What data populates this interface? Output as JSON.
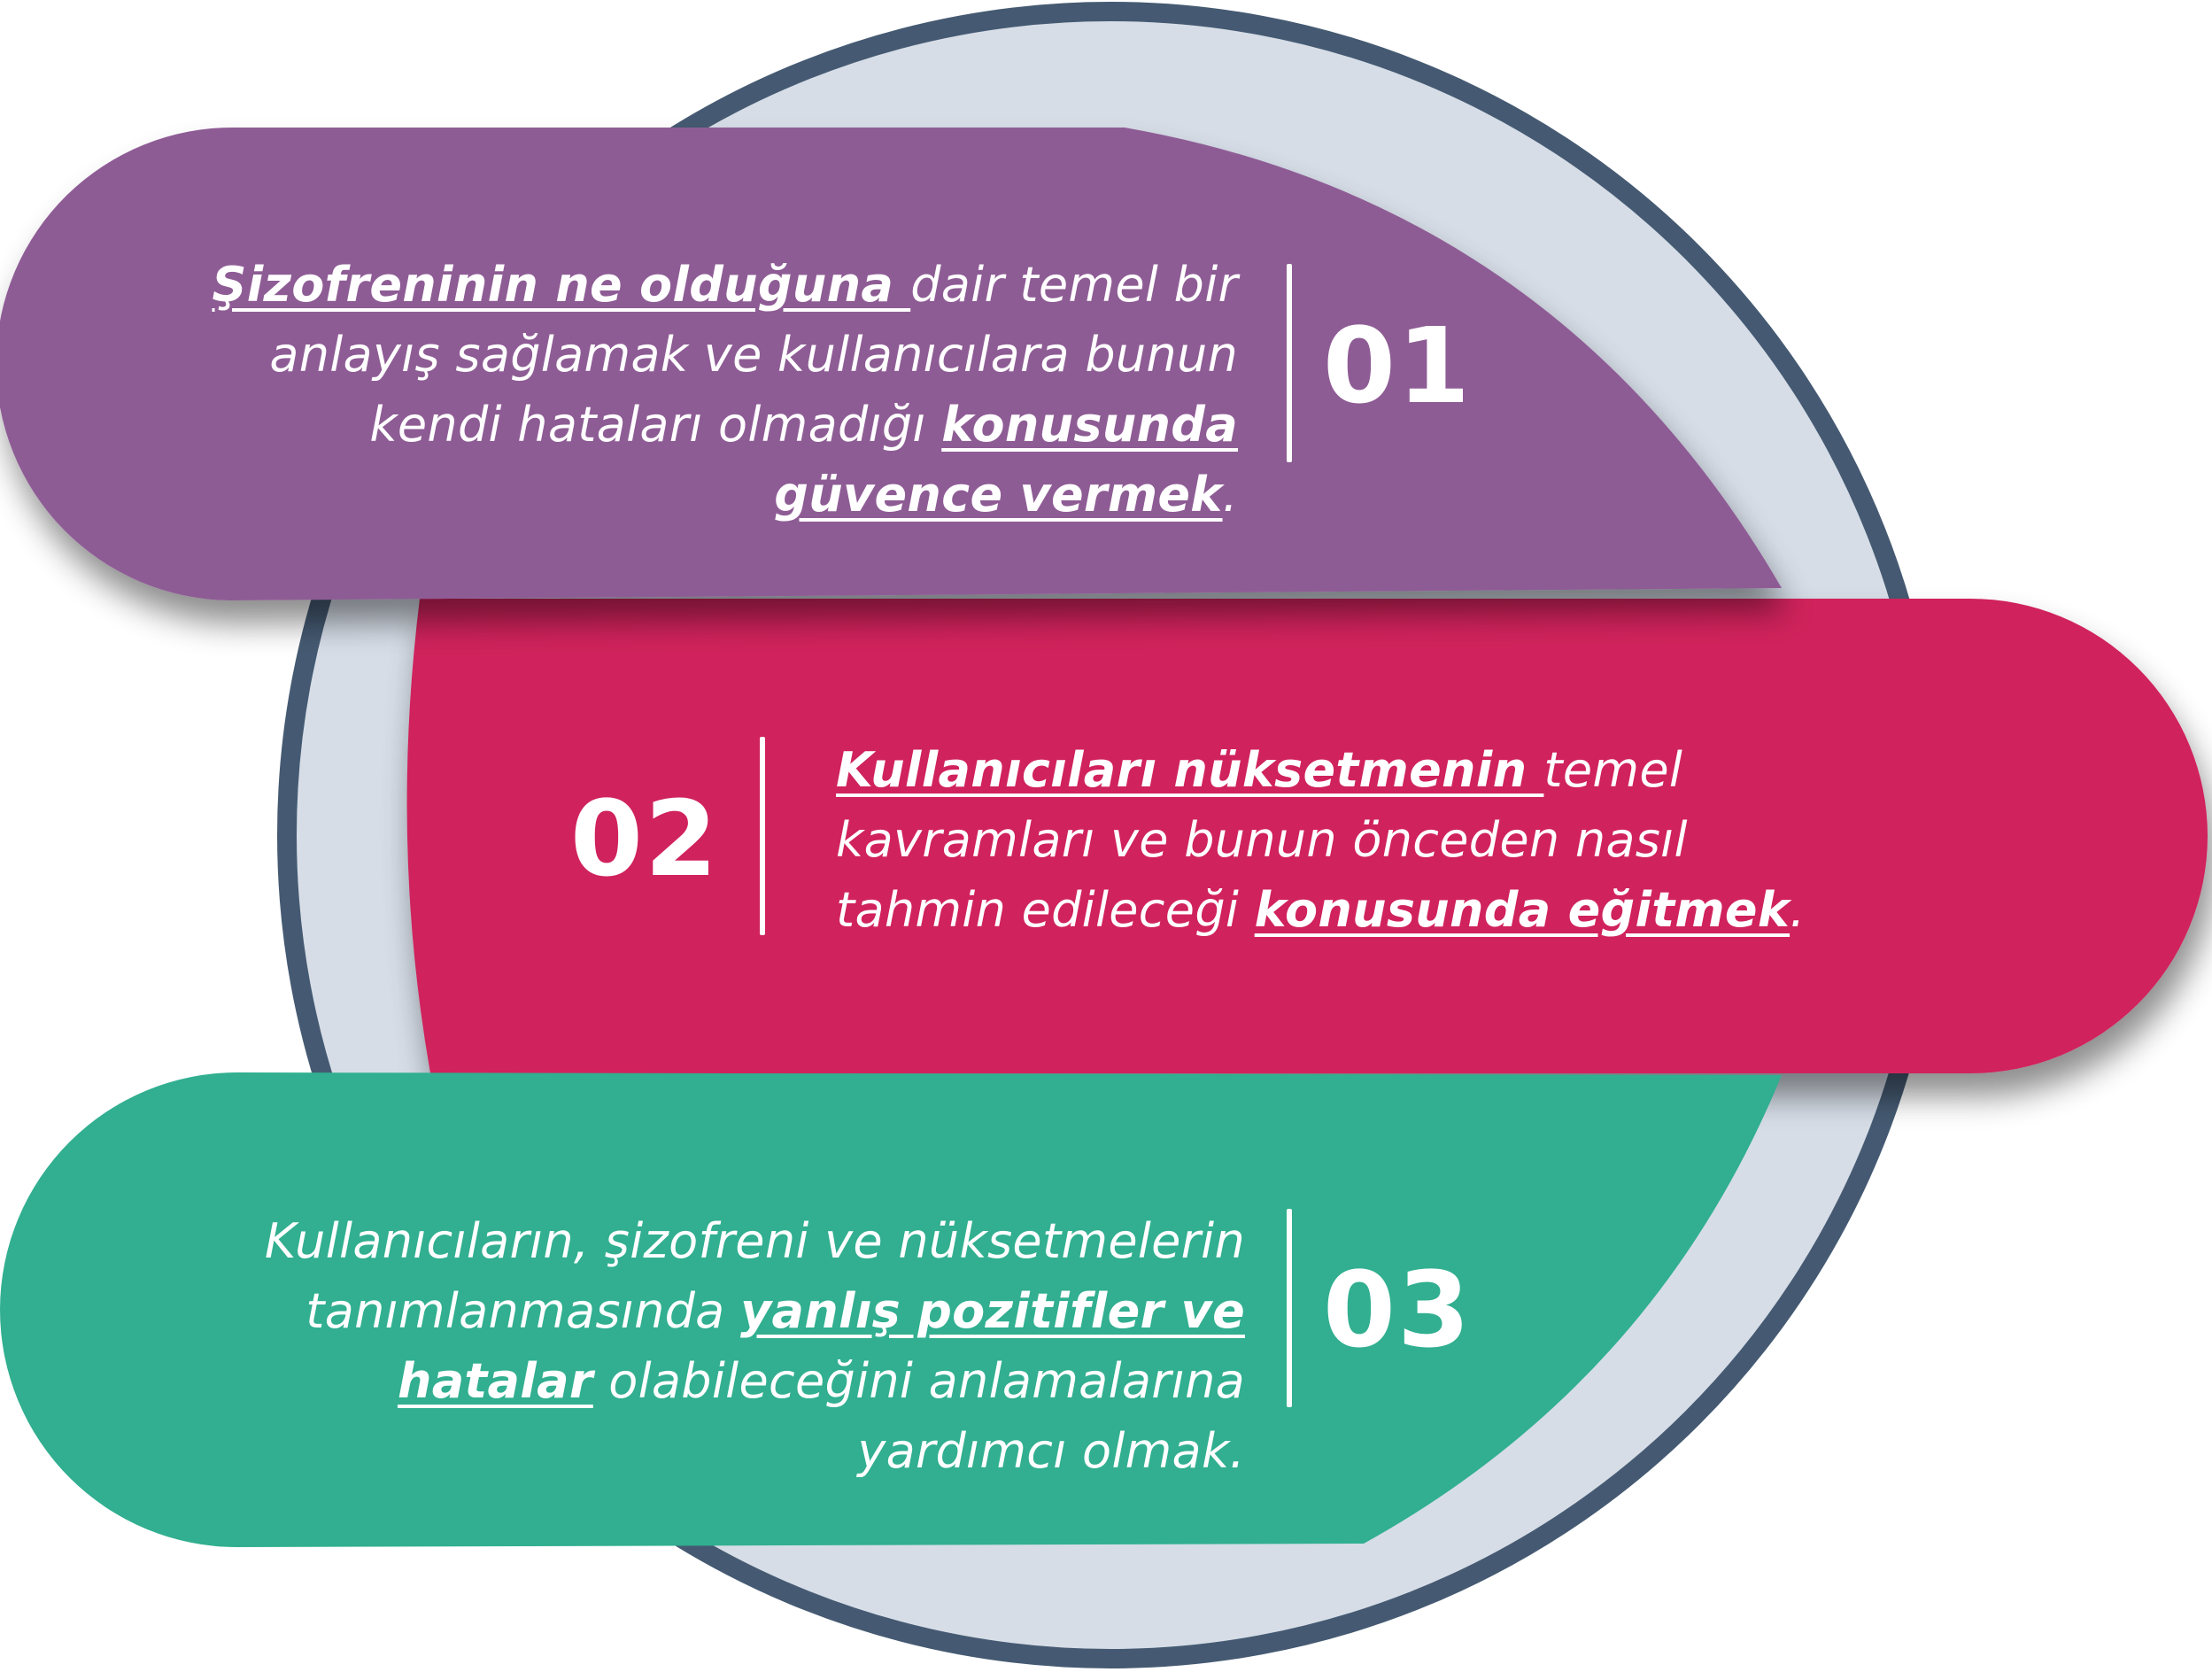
{
  "colors": {
    "ring_outline": "#455a72",
    "ring_fill": "#d6dde7",
    "purple": "#8e5b95",
    "crimson": "#d0245c",
    "green": "#31af90",
    "text": "#ffffff"
  },
  "items": [
    {
      "number": "01",
      "segments": [
        {
          "text": "Şizofreninin ne olduğuna ",
          "emphasis": true
        },
        {
          "text": "dair temel bir anlayış sağlamak ve kullanıcılara bunun kendi hataları olmadığı ",
          "emphasis": false
        },
        {
          "text": "konusunda güvence vermek",
          "emphasis": true
        },
        {
          "text": ".",
          "emphasis": false
        }
      ]
    },
    {
      "number": "02",
      "segments": [
        {
          "text": "Kullanıcıları nüksetmenin ",
          "emphasis": true
        },
        {
          "text": "temel kavramları ve bunun önceden nasıl tahmin edileceği ",
          "emphasis": false
        },
        {
          "text": "konusunda eğitmek",
          "emphasis": true
        },
        {
          "text": ".",
          "emphasis": false
        }
      ]
    },
    {
      "number": "03",
      "segments": [
        {
          "text": "Kullanıcıların, şizofreni ve nüksetmelerin tanımlanmasında ",
          "emphasis": false
        },
        {
          "text": "yanlış pozitifler ve hatalar",
          "emphasis": true
        },
        {
          "text": " olabileceğini anlamalarına yardımcı olmak.",
          "emphasis": false
        }
      ]
    }
  ]
}
